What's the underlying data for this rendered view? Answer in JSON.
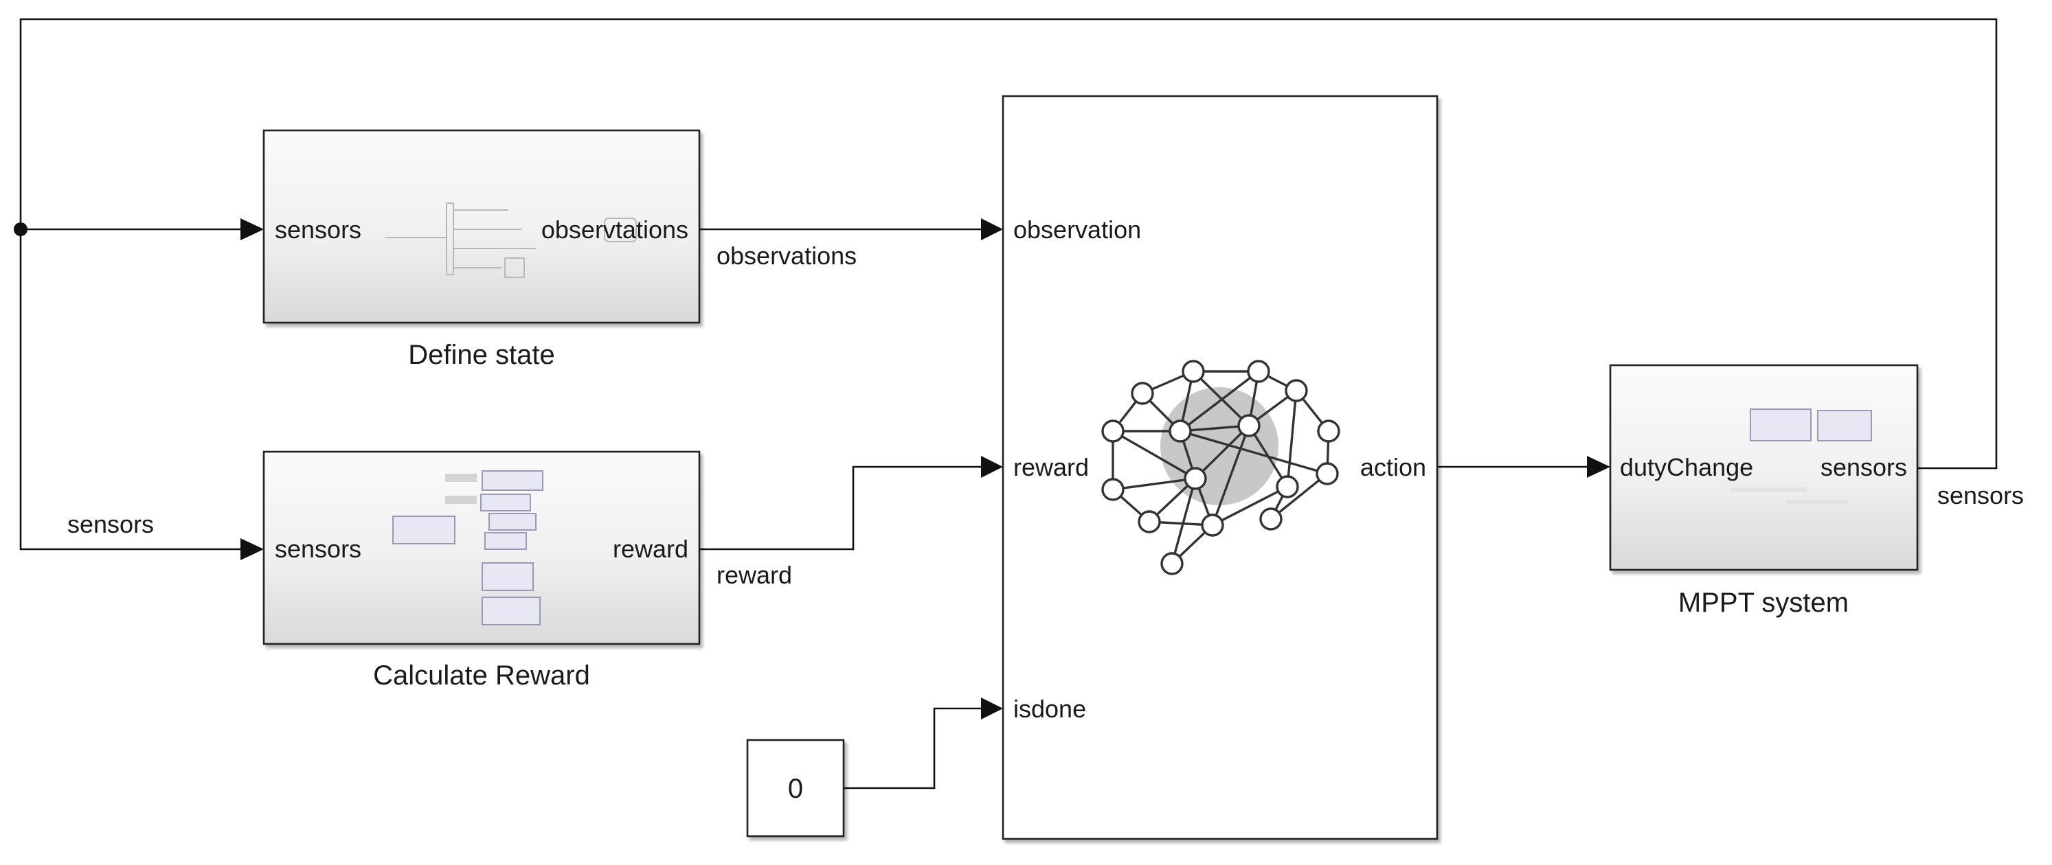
{
  "blocks": {
    "define_state": {
      "name": "Define state",
      "port_in": "sensors",
      "port_out": "observtations"
    },
    "calculate_reward": {
      "name": "Calculate Reward",
      "port_in": "sensors",
      "port_out": "reward"
    },
    "agent": {
      "port_in_1": "observation",
      "port_in_2": "reward",
      "port_in_3": "isdone",
      "port_out": "action",
      "icon": "neural-network-icon"
    },
    "mppt_system": {
      "name": "MPPT system",
      "port_in": "dutyChange",
      "port_out": "sensors"
    },
    "constant": {
      "value": "0"
    }
  },
  "signals": {
    "observations": "observations",
    "reward": "reward",
    "sensors_feedback": "sensors",
    "sensors_branch": "sensors"
  },
  "colors": {
    "background": "#ffffff",
    "block_top": "#fbfbfb",
    "block_bottom": "#dedede",
    "wire": "#111111"
  }
}
